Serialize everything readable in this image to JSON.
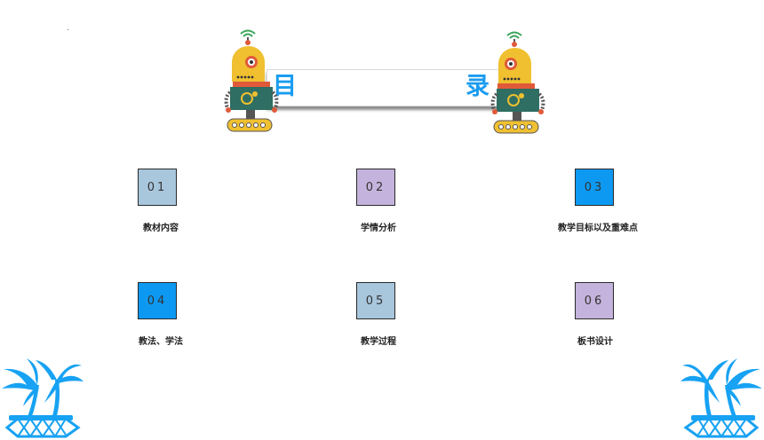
{
  "title": {
    "left": "目",
    "right": "录"
  },
  "items": [
    {
      "number": "01",
      "label": "教材内容",
      "color": "#a8c6dc"
    },
    {
      "number": "02",
      "label": "学情分析",
      "color": "#c4b3dc"
    },
    {
      "number": "03",
      "label": "教学目标以及重难点",
      "color": "#0d99f2"
    },
    {
      "number": "04",
      "label": "教法、学法",
      "color": "#0d99f2"
    },
    {
      "number": "05",
      "label": "教学过程",
      "color": "#a8c6dc"
    },
    {
      "number": "06",
      "label": "板书设计",
      "color": "#c4b3dc"
    }
  ],
  "colors": {
    "accent": "#1a9cf0",
    "robot_yellow": "#f0c030",
    "robot_teal": "#2f6e62",
    "palm_blue": "#17a2f3"
  },
  "icons": [
    "robot-icon",
    "palm-tree-icon"
  ]
}
